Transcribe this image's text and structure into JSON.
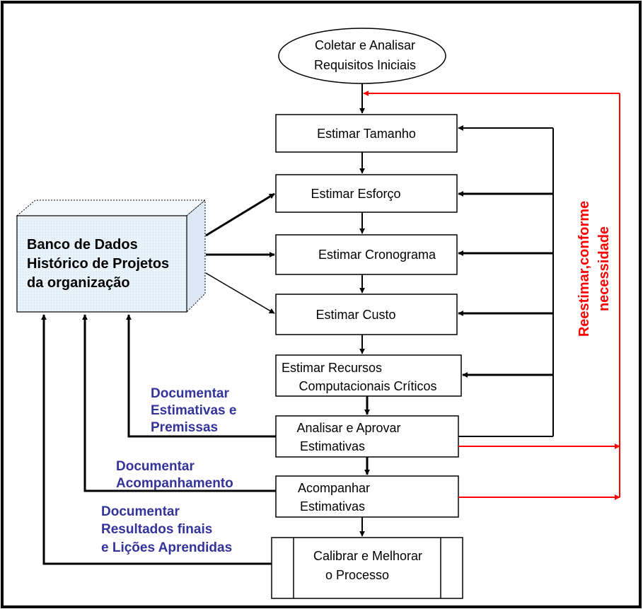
{
  "colors": {
    "arrow": "#000000",
    "feedback": "#ff0000",
    "documentation_text": "#333399",
    "database_fill": "#eaf2f8"
  },
  "nodes": {
    "start": {
      "line1": "Coletar e Analisar",
      "line2": "Requisitos Iniciais"
    },
    "estimar_tamanho": {
      "line1": "Estimar Tamanho"
    },
    "estimar_esforco": {
      "line1": "Estimar Esforço"
    },
    "estimar_cronograma": {
      "line1": "Estimar Cronograma"
    },
    "estimar_custo": {
      "line1": "Estimar Custo"
    },
    "estimar_recursos": {
      "line1": "Estimar Recursos",
      "line2": "Computacionais Críticos"
    },
    "analisar_aprovar": {
      "line1": "Analisar e Aprovar",
      "line2": "Estimativas"
    },
    "acompanhar": {
      "line1": "Acompanhar",
      "line2": "Estimativas"
    },
    "calibrar": {
      "line1": "Calibrar e Melhorar",
      "line2": "o Processo"
    }
  },
  "database": {
    "line1": "Banco de Dados",
    "line2": "Histórico de Projetos",
    "line3": "da organização"
  },
  "documentation_labels": {
    "estimativas": {
      "line1": "Documentar",
      "line2": "Estimativas e",
      "line3": "Premissas"
    },
    "acompanhamento": {
      "line1": "Documentar",
      "line2": "Acompanhamento"
    },
    "resultados": {
      "line1": "Documentar",
      "line2": "Resultados finais",
      "line3": "e Lições Aprendidas"
    }
  },
  "feedback_label": {
    "line1": "Reestimar,conforme",
    "line2": "necessidade"
  }
}
